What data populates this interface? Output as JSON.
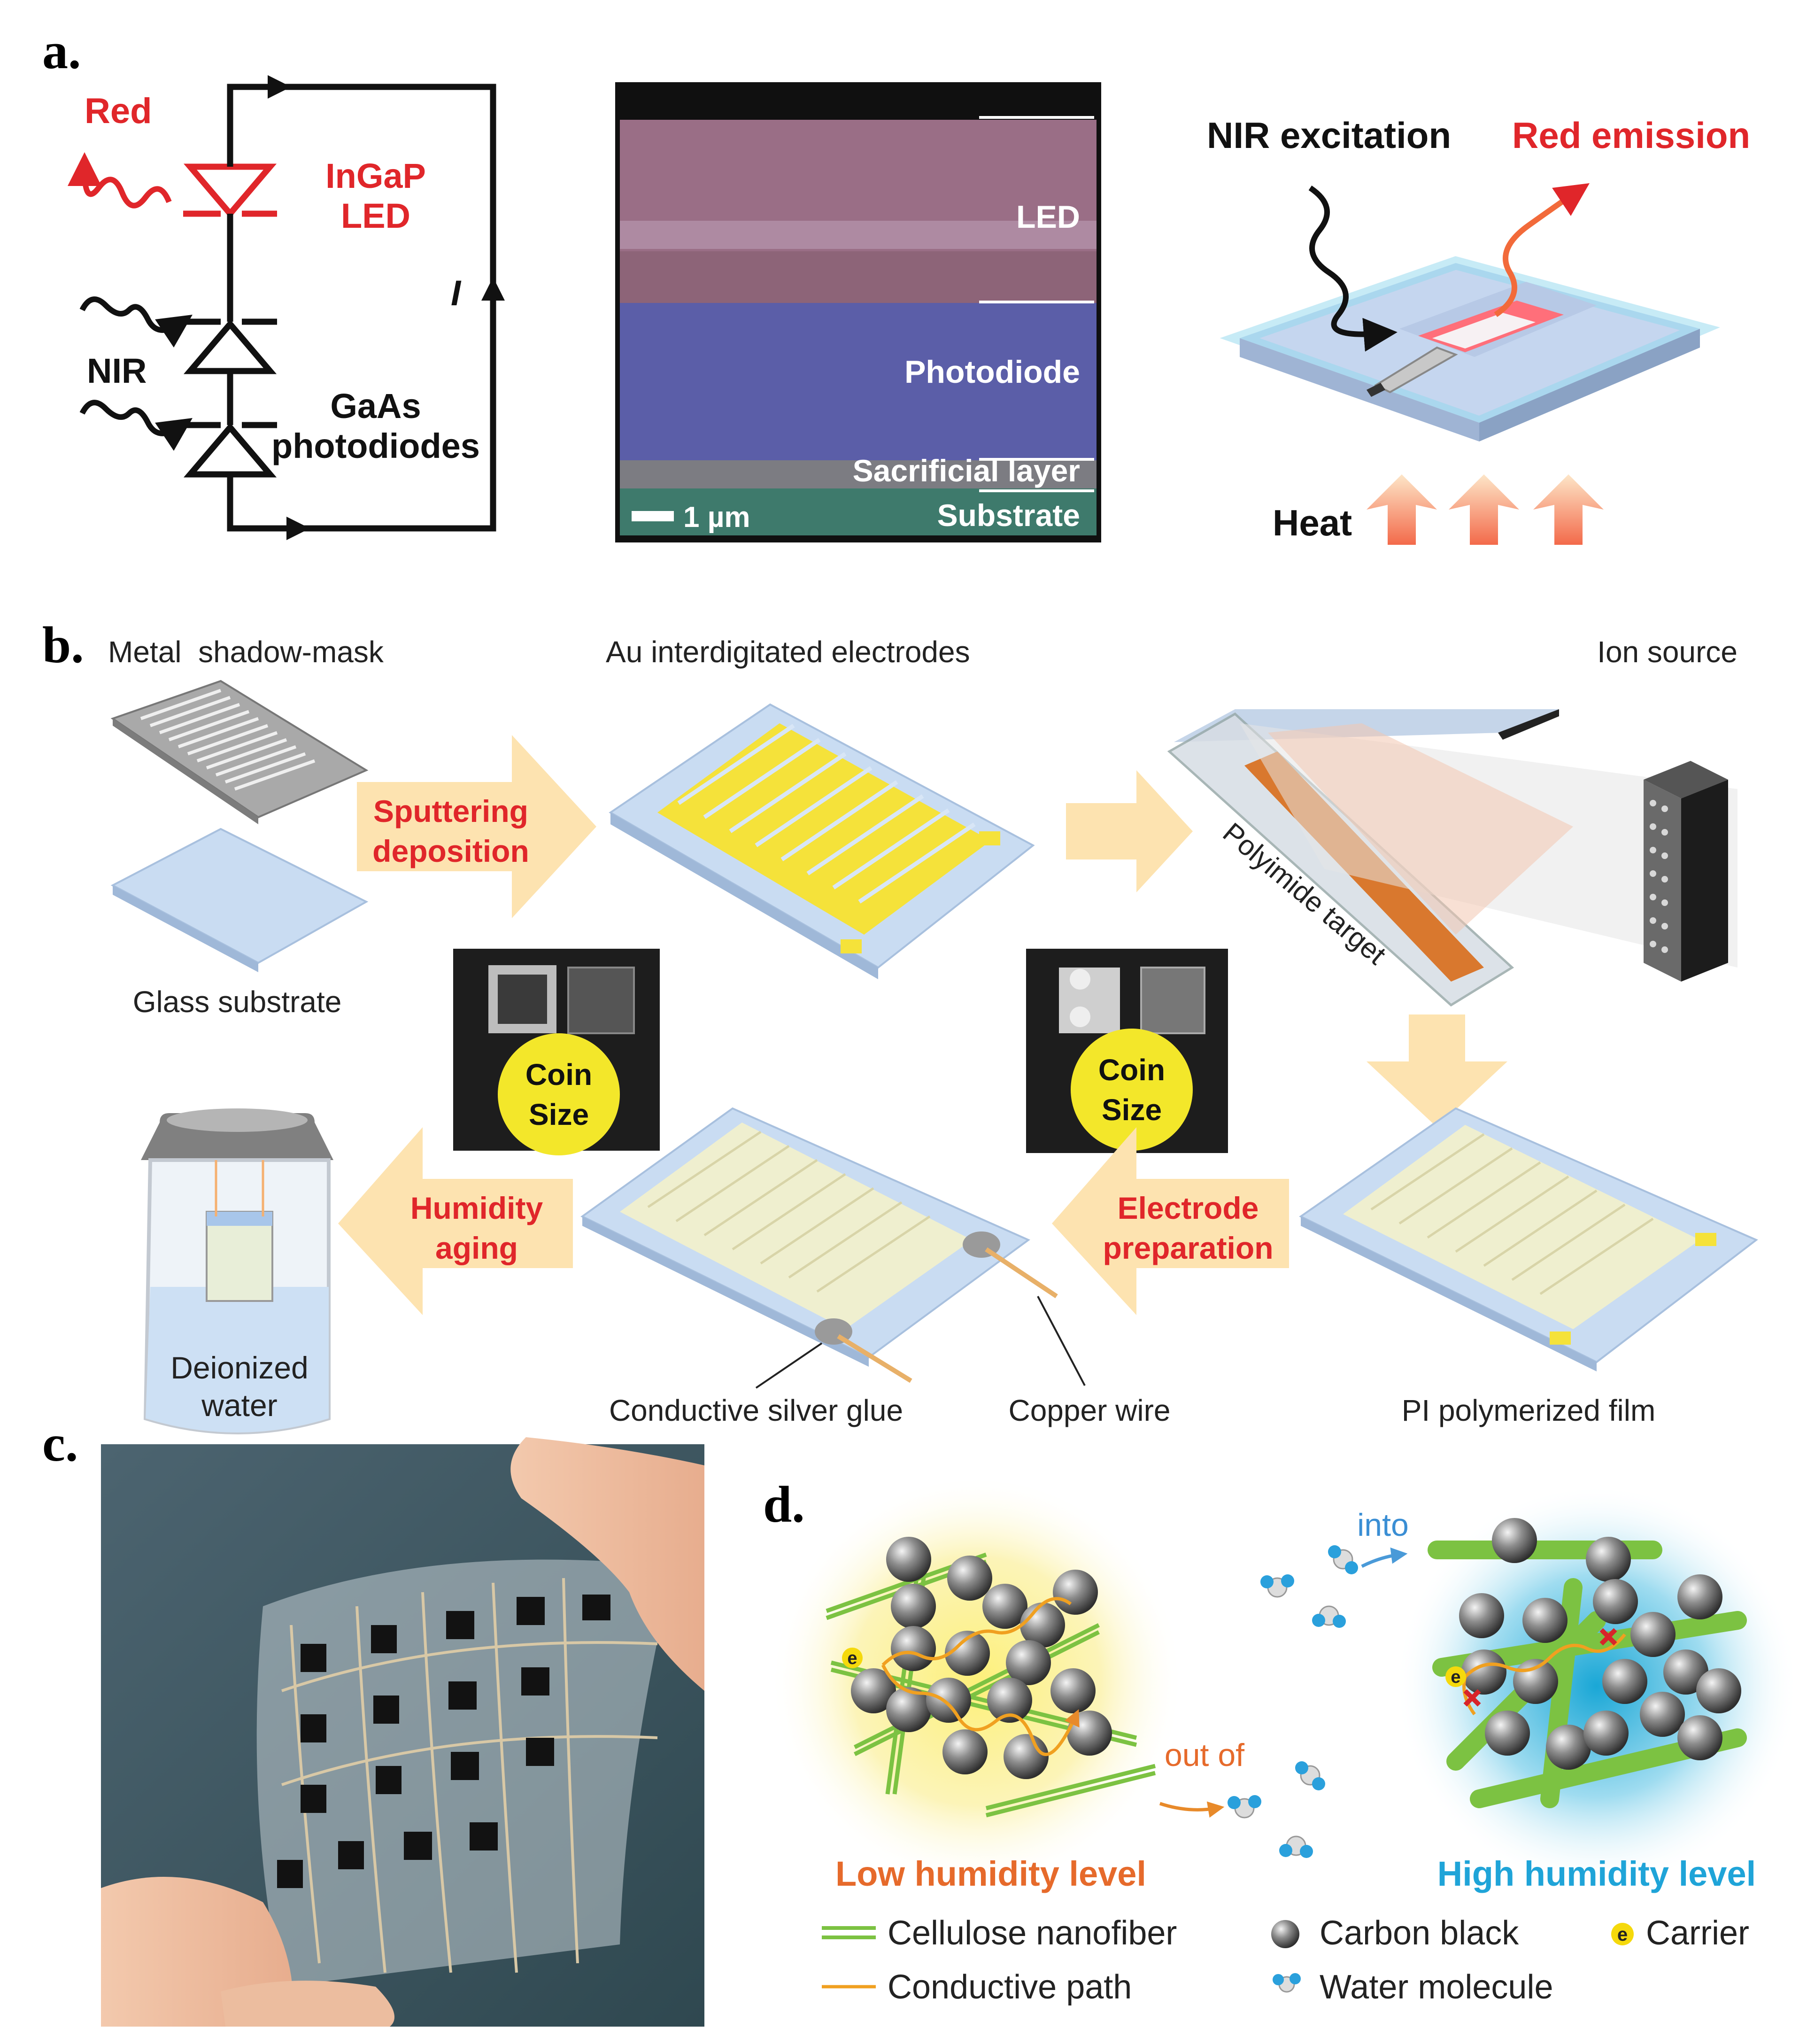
{
  "colors": {
    "red": "#e0262a",
    "arrow_fill": "#fde3b0",
    "glass": "#c9dcf2",
    "gold": "#f5e23a",
    "cellulose": "#7cc242",
    "path_orange": "#f0a020",
    "low_humidity": "#e66a2b",
    "high_humidity": "#1fa4d8",
    "coin_yellow": "#f3e72a"
  },
  "panel_a": {
    "label": "a.",
    "circuit": {
      "red": "Red",
      "ingap_1": "InGaP",
      "ingap_2": "LED",
      "nir": "NIR",
      "current": "I",
      "gaas_1": "GaAs",
      "gaas_2": "photodiodes"
    },
    "sem": {
      "led": "LED",
      "photodiode": "Photodiode",
      "sacrificial": "Sacrificial layer",
      "substrate": "Substrate",
      "scale": "1 µm"
    },
    "device": {
      "nir_excitation": "NIR excitation",
      "red_emission": "Red emission",
      "heat": "Heat"
    }
  },
  "panel_b": {
    "label": "b.",
    "metal_mask": "Metal  shadow-mask",
    "glass_substrate": "Glass substrate",
    "sputtering_1": "Sputtering",
    "sputtering_2": "deposition",
    "au_electrodes": "Au interdigitated electrodes",
    "ion_source": "Ion source",
    "polyimide_target": "Polyimide target",
    "coin_1": "Coin",
    "coin_2": "Size",
    "humidity_aging_1": "Humidity",
    "humidity_aging_2": "aging",
    "electrode_prep_1": "Electrode",
    "electrode_prep_2": "preparation",
    "deionized_1": "Deionized",
    "deionized_2": "water",
    "silver_glue": "Conductive silver glue",
    "copper_wire": "Copper wire",
    "pi_film": "PI polymerized film"
  },
  "panel_c": {
    "label": "c."
  },
  "panel_d": {
    "label": "d.",
    "into": "into",
    "out_of": "out of",
    "e": "e",
    "low": "Low humidity level",
    "high": "High humidity level",
    "legend": {
      "cellulose": "Cellulose nanofiber",
      "carbon": "Carbon black",
      "carrier": "Carrier",
      "path": "Conductive path",
      "water": "Water molecule"
    }
  }
}
